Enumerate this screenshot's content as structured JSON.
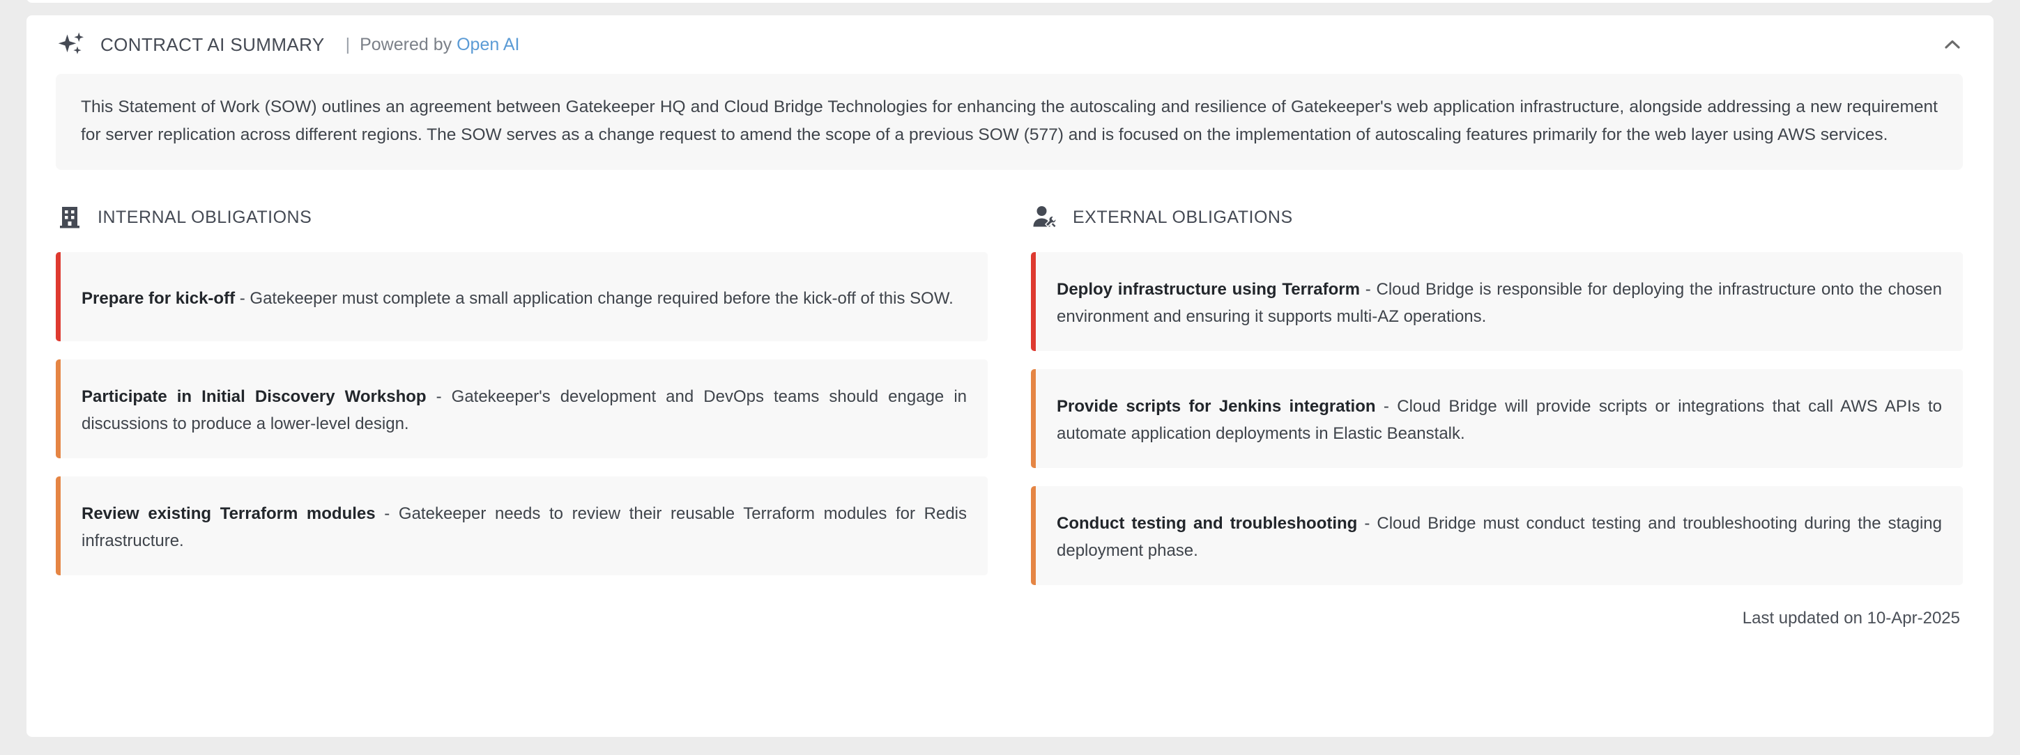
{
  "header": {
    "icon": "sparkle-icon",
    "title": "CONTRACT AI SUMMARY",
    "divider": "|",
    "powered_by": "Powered by",
    "provider": "Open AI",
    "provider_link_color": "#5b9bd5",
    "collapse_icon": "chevron-up-icon"
  },
  "summary": {
    "text": "This Statement of Work (SOW) outlines an agreement between Gatekeeper HQ and Cloud Bridge Technologies for enhancing the autoscaling and resilience of Gatekeeper's web application infrastructure, alongside addressing a new requirement for server replication across different regions. The SOW serves as a change request to amend the scope of a previous SOW (577) and is focused on the implementation of autoscaling features primarily for the web layer using AWS services."
  },
  "internal": {
    "icon": "building-icon",
    "title": "INTERNAL OBLIGATIONS",
    "items": [
      {
        "term": "Prepare for kick-off",
        "description": " - Gatekeeper must complete a small application change required before the kick-off of this SOW.",
        "accent": "#de3a30"
      },
      {
        "term": "Participate in Initial Discovery Workshop",
        "description": " - Gatekeeper's development and DevOps teams should engage in discussions to produce a lower-level design.",
        "accent": "#e58544"
      },
      {
        "term": "Review existing Terraform modules",
        "description": " - Gatekeeper needs to review their reusable Terraform modules for Redis infrastructure.",
        "accent": "#e58544"
      }
    ]
  },
  "external": {
    "icon": "person-tools-icon",
    "title": "EXTERNAL OBLIGATIONS",
    "items": [
      {
        "term": "Deploy infrastructure using Terraform",
        "description": " - Cloud Bridge is responsible for deploying the infrastructure onto the chosen environment and ensuring it supports multi-AZ operations.",
        "accent": "#de3a30"
      },
      {
        "term": "Provide scripts for Jenkins integration",
        "description": " - Cloud Bridge will provide scripts or integrations that call AWS APIs to automate application deployments in Elastic Beanstalk.",
        "accent": "#e58544"
      },
      {
        "term": "Conduct testing and troubleshooting",
        "description": " - Cloud Bridge must conduct testing and troubleshooting during the staging deployment phase.",
        "accent": "#e58544"
      }
    ]
  },
  "footer": {
    "last_updated": "Last updated on 10-Apr-2025"
  },
  "theme": {
    "card_bg": "#ffffff",
    "page_bg": "#ececec",
    "panel_bg": "#f7f7f7",
    "title_color": "#454a54",
    "body_color": "#3f444b"
  }
}
